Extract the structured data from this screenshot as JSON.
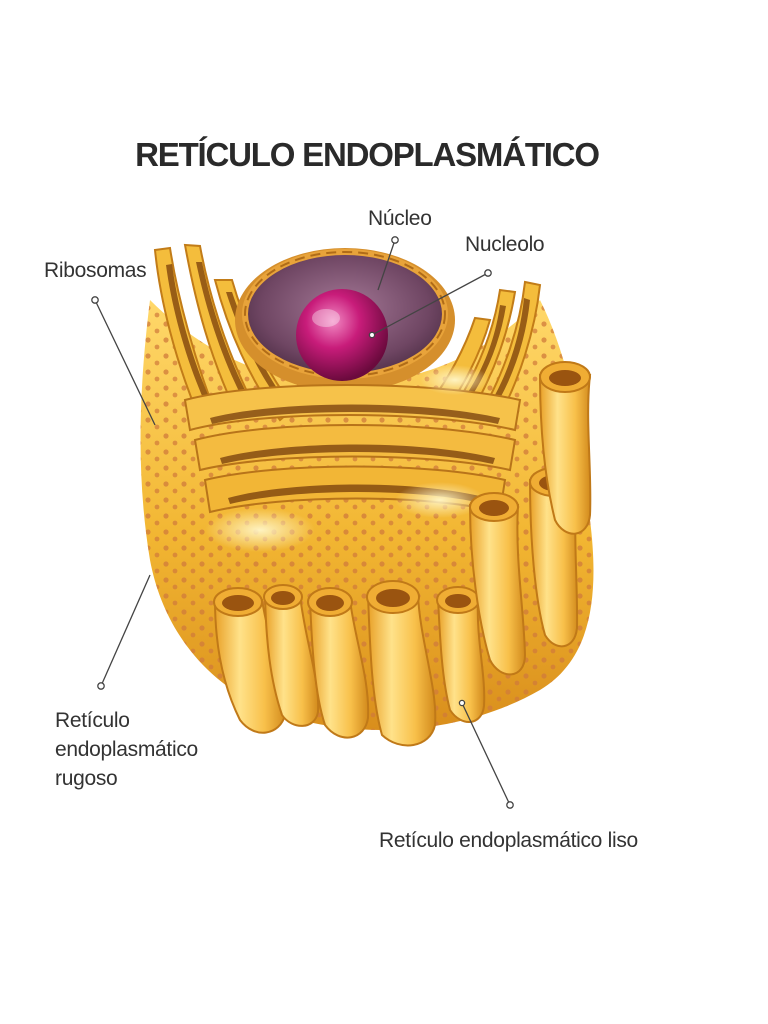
{
  "title": "RETÍCULO ENDOPLASMÁTICO",
  "labels": {
    "nucleo": "Núcleo",
    "nucleolo": "Nucleolo",
    "ribosomas": "Ribosomas",
    "rer": "Retículo\nendoplasmático\nrugoso",
    "ser": "Retículo endoplasmático liso"
  },
  "colors": {
    "er_membrane": "#f2b632",
    "er_shadow": "#c9831a",
    "er_highlight": "#ffe89a",
    "ribosome_dot": "#d07a3a",
    "nucleus": "#7a4f6e",
    "nucleolus": "#c81c7a",
    "leader_line": "#444444"
  }
}
